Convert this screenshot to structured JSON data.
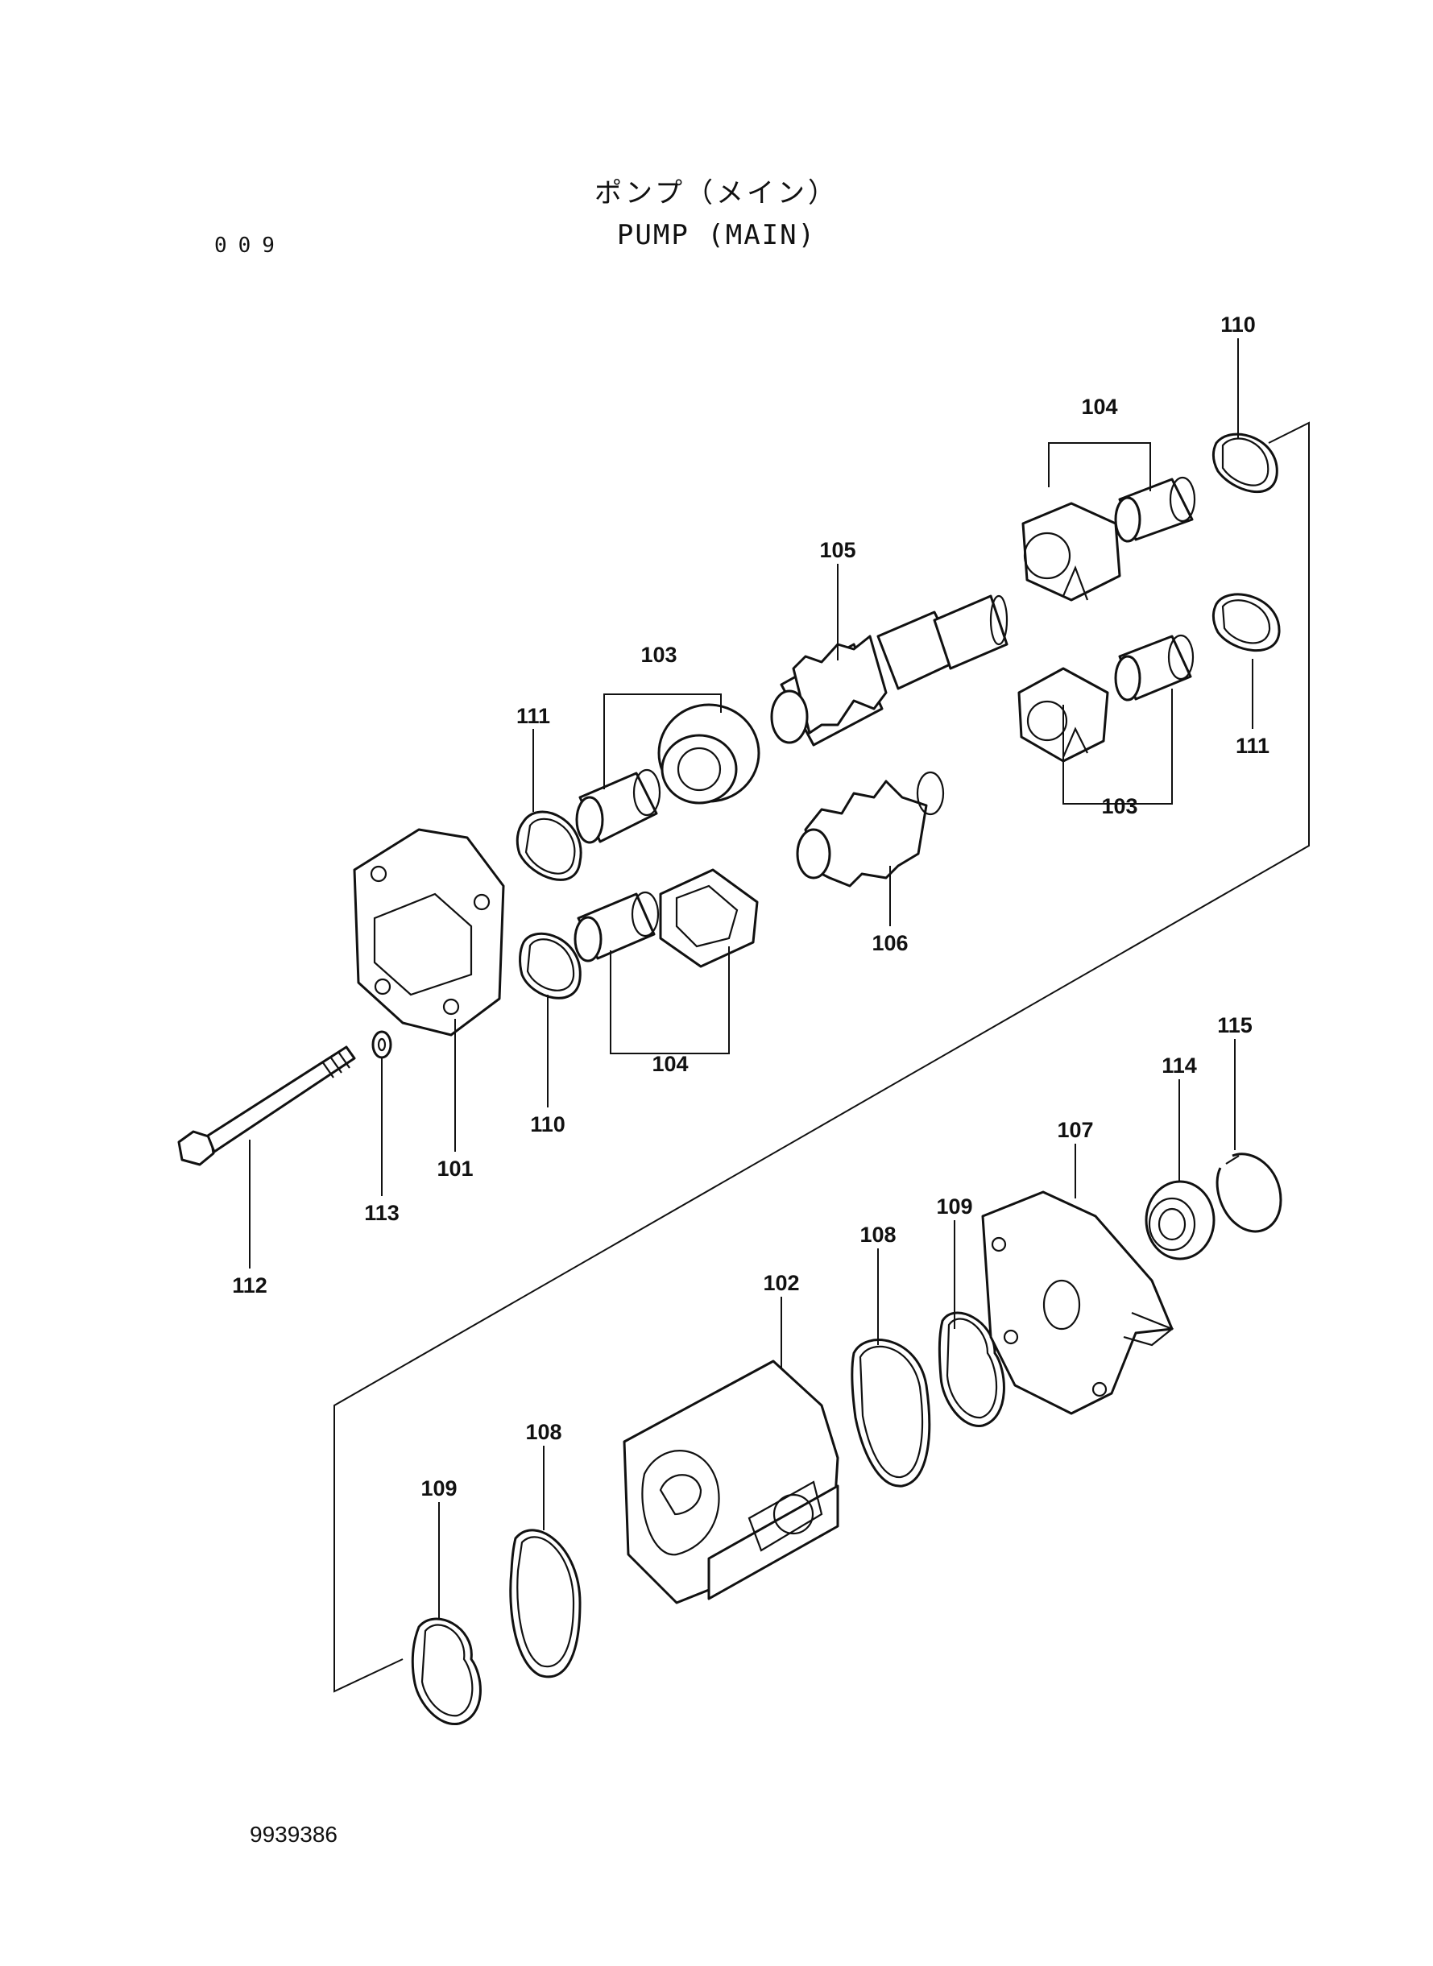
{
  "header": {
    "title_jp": "ポンプ（メイン）",
    "title_en": "PUMP (MAIN)",
    "page_number": "009"
  },
  "footer": {
    "document_number": "9939386"
  },
  "callouts": {
    "c101": "101",
    "c102": "102",
    "c103a": "103",
    "c103b": "103",
    "c104a": "104",
    "c104b": "104",
    "c105": "105",
    "c106": "106",
    "c107": "107",
    "c108a": "108",
    "c108b": "108",
    "c109a": "109",
    "c109b": "109",
    "c110a": "110",
    "c110b": "110",
    "c111a": "111",
    "c111b": "111",
    "c112": "112",
    "c113": "113",
    "c114": "114",
    "c115": "115"
  }
}
